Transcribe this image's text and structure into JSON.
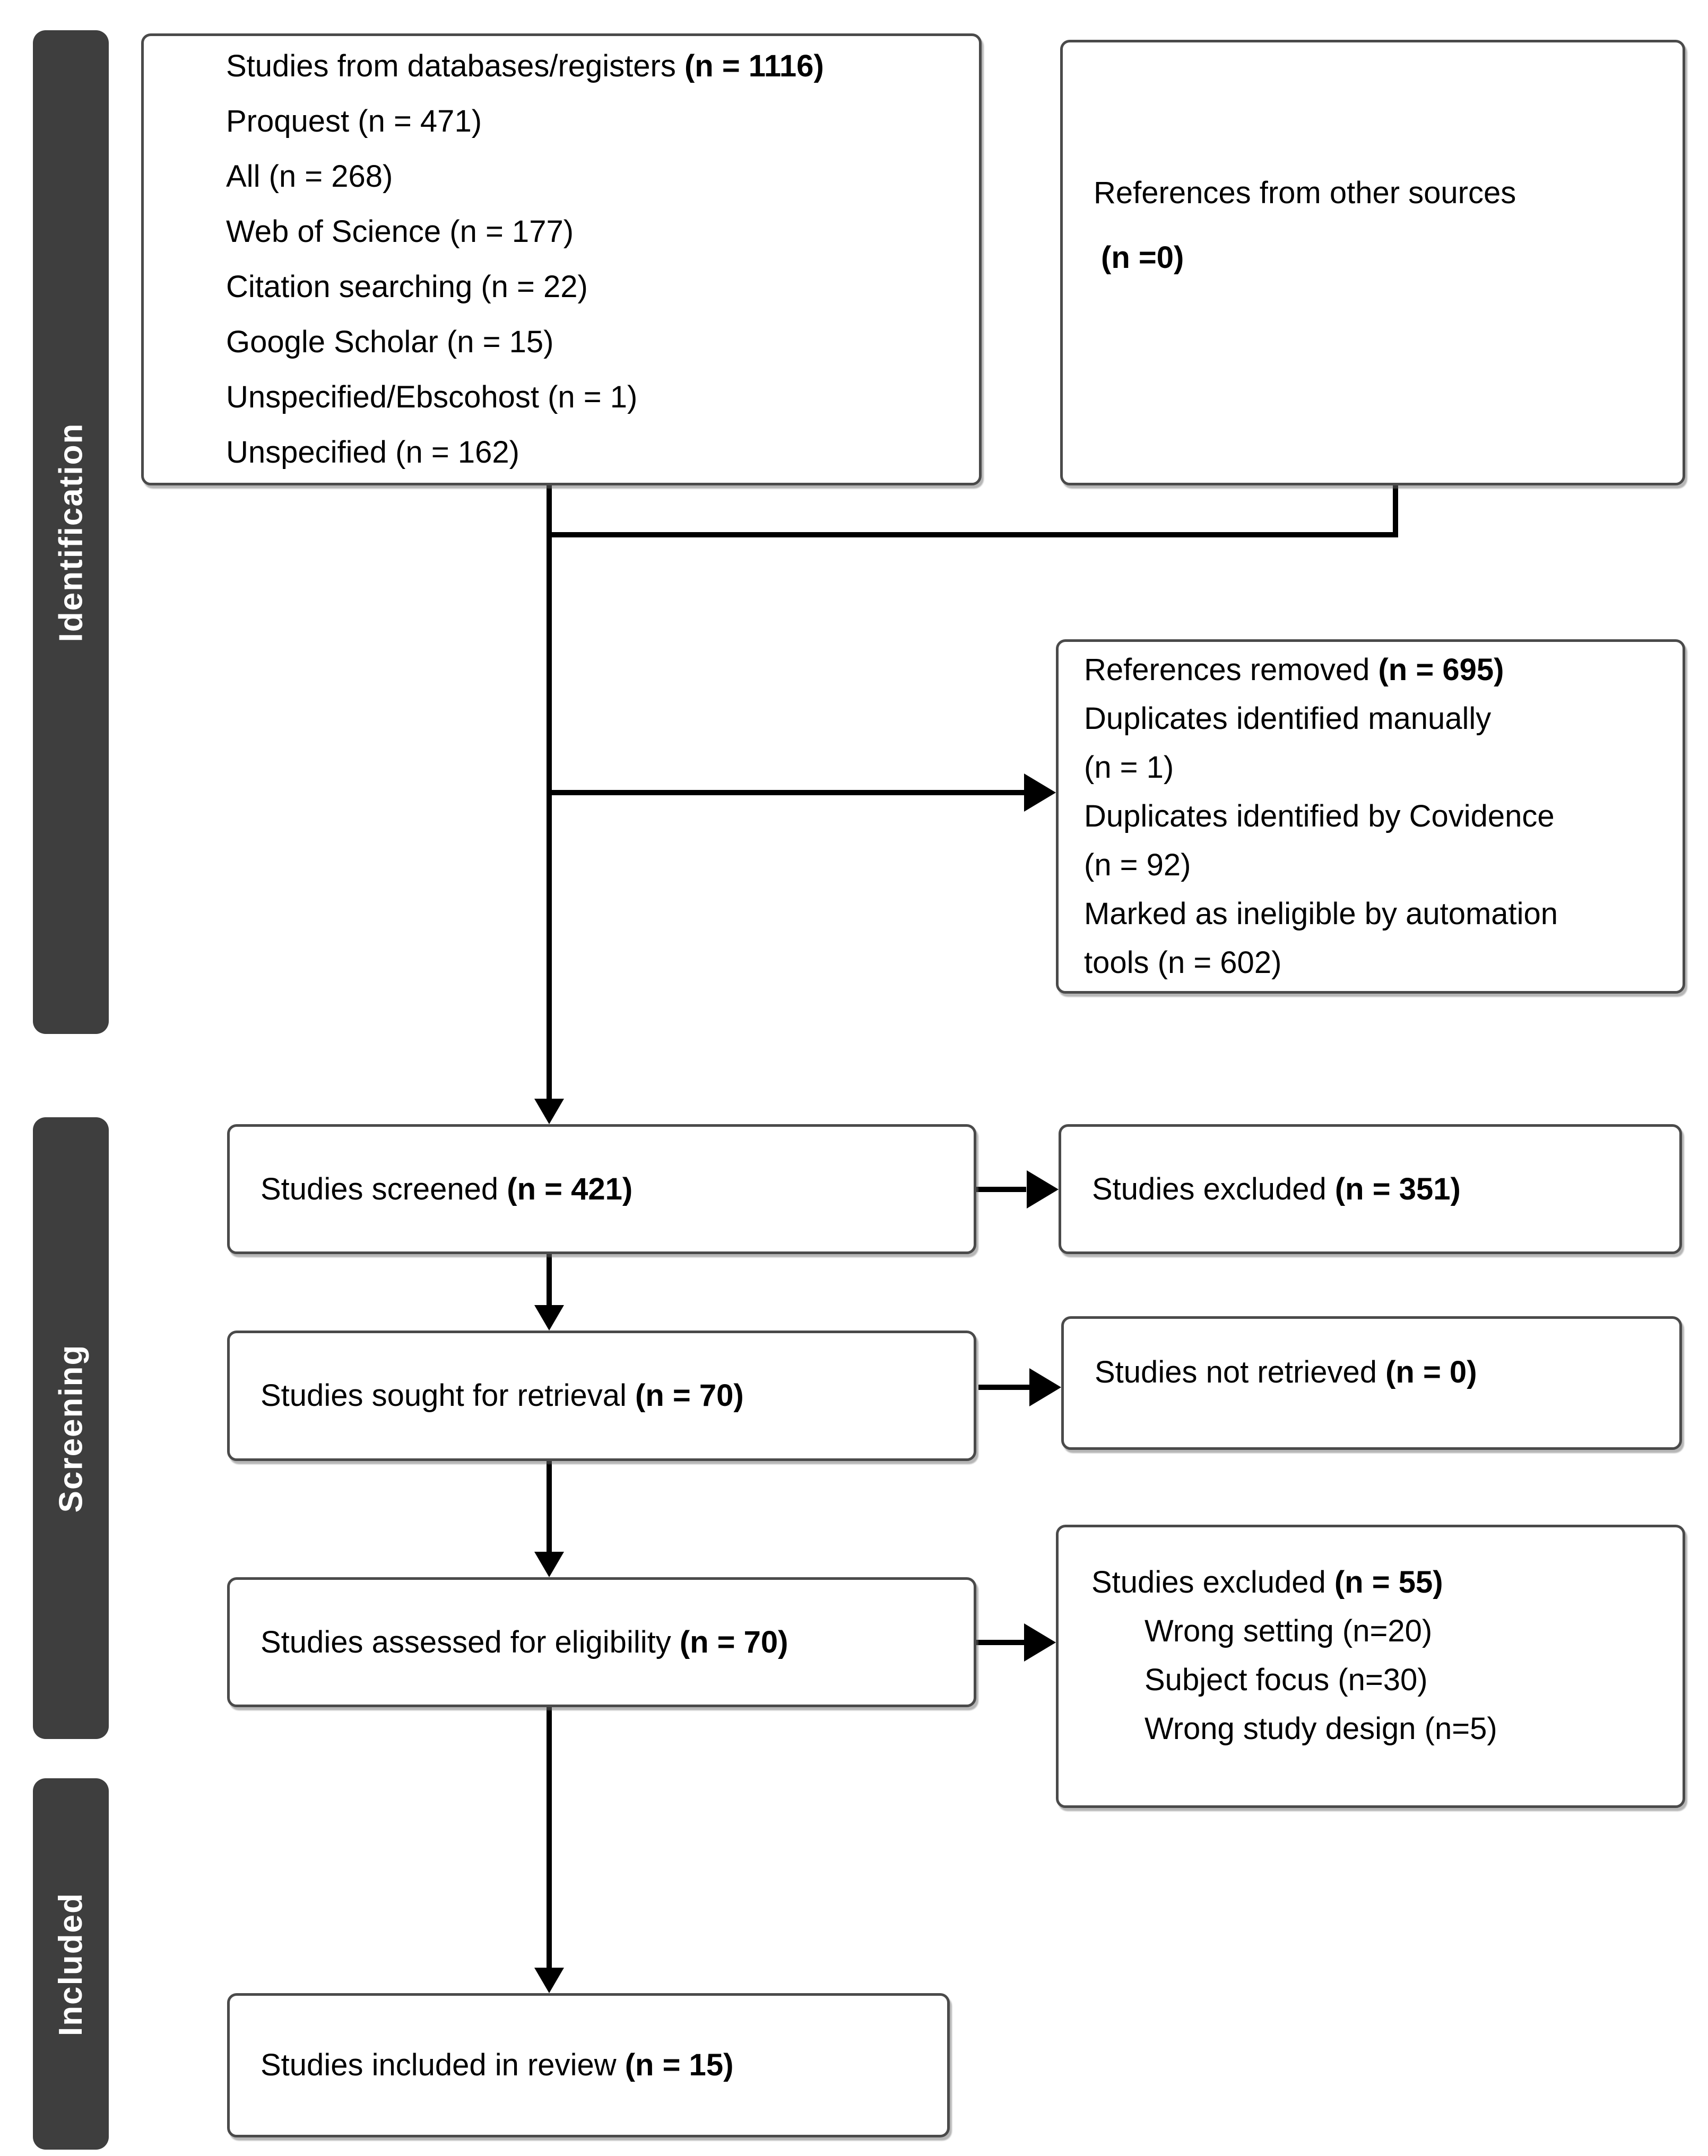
{
  "title": "PRISMA flow diagram",
  "colors": {
    "background": "#ffffff",
    "stage_bar_fill": "#3e3e3e",
    "stage_label_text": "#ffffff",
    "box_border": "#4a4a4a",
    "box_fill": "#ffffff",
    "connector_line": "#000000",
    "text": "#000000"
  },
  "sidebar": {
    "stages": [
      {
        "label": "Identification"
      },
      {
        "label": "Screening"
      },
      {
        "label": "Included"
      }
    ]
  },
  "boxes": {
    "databases": {
      "lines": [
        {
          "segs": [
            {
              "t": "Studies from databases/registers ",
              "b": false
            },
            {
              "t": "(n = 1116)",
              "b": true
            }
          ]
        },
        {
          "segs": [
            {
              "t": "Proquest (n = 471)",
              "b": false
            }
          ]
        },
        {
          "segs": [
            {
              "t": "All (n = 268)",
              "b": false
            }
          ]
        },
        {
          "segs": [
            {
              "t": "Web of Science (n = 177)",
              "b": false
            }
          ]
        },
        {
          "segs": [
            {
              "t": "Citation searching (n = 22)",
              "b": false
            }
          ]
        },
        {
          "segs": [
            {
              "t": "Google Scholar (n = 15)",
              "b": false
            }
          ]
        },
        {
          "segs": [
            {
              "t": "Unspecified/Ebscohost (n = 1)",
              "b": false
            }
          ]
        },
        {
          "segs": [
            {
              "t": "Unspecified (n = 162)",
              "b": false
            }
          ]
        }
      ]
    },
    "other_sources": {
      "lines": [
        {
          "segs": [
            {
              "t": "References from other sources",
              "b": false
            }
          ]
        },
        {
          "indent": 14,
          "segs": [
            {
              "t": "(n =0)",
              "b": true
            }
          ]
        }
      ]
    },
    "references_removed": {
      "lines": [
        {
          "segs": [
            {
              "t": "References removed ",
              "b": false
            },
            {
              "t": "(n = 695)",
              "b": true
            }
          ]
        },
        {
          "segs": [
            {
              "t": "Duplicates identified manually",
              "b": false
            }
          ]
        },
        {
          "segs": [
            {
              "t": "(n = 1)",
              "b": false
            }
          ]
        },
        {
          "segs": [
            {
              "t": "Duplicates identified by Covidence",
              "b": false
            }
          ]
        },
        {
          "segs": [
            {
              "t": "(n = 92)",
              "b": false
            }
          ]
        },
        {
          "segs": [
            {
              "t": "Marked as ineligible by automation",
              "b": false
            }
          ]
        },
        {
          "segs": [
            {
              "t": "tools (n = 602)",
              "b": false
            }
          ]
        }
      ]
    },
    "screened": {
      "lines": [
        {
          "segs": [
            {
              "t": "Studies screened ",
              "b": false
            },
            {
              "t": "(n = 421)",
              "b": true
            }
          ]
        }
      ]
    },
    "excluded_screening": {
      "lines": [
        {
          "segs": [
            {
              "t": "Studies excluded ",
              "b": false
            },
            {
              "t": "(n = 351)",
              "b": true
            }
          ]
        }
      ]
    },
    "sought": {
      "lines": [
        {
          "segs": [
            {
              "t": "Studies sought for retrieval ",
              "b": false
            },
            {
              "t": "(n = 70)",
              "b": true
            }
          ]
        }
      ]
    },
    "not_retrieved": {
      "lines": [
        {
          "segs": [
            {
              "t": "Studies not retrieved ",
              "b": false
            },
            {
              "t": "(n = 0)",
              "b": true
            }
          ]
        }
      ]
    },
    "assessed": {
      "lines": [
        {
          "segs": [
            {
              "t": "Studies assessed for eligibility ",
              "b": false
            },
            {
              "t": "(n = 70)",
              "b": true
            }
          ]
        }
      ]
    },
    "excluded_eligibility": {
      "lines": [
        {
          "segs": [
            {
              "t": "Studies excluded ",
              "b": false
            },
            {
              "t": "(n = 55)",
              "b": true
            }
          ]
        },
        {
          "indent": 100,
          "segs": [
            {
              "t": "Wrong setting (n=20)",
              "b": false
            }
          ]
        },
        {
          "indent": 100,
          "segs": [
            {
              "t": "Subject focus (n=30)",
              "b": false
            }
          ]
        },
        {
          "indent": 100,
          "segs": [
            {
              "t": "Wrong study design (n=5)",
              "b": false
            }
          ]
        }
      ]
    },
    "included": {
      "lines": [
        {
          "segs": [
            {
              "t": "Studies included in review ",
              "b": false
            },
            {
              "t": "(n = 15)",
              "b": true
            }
          ]
        }
      ]
    }
  }
}
